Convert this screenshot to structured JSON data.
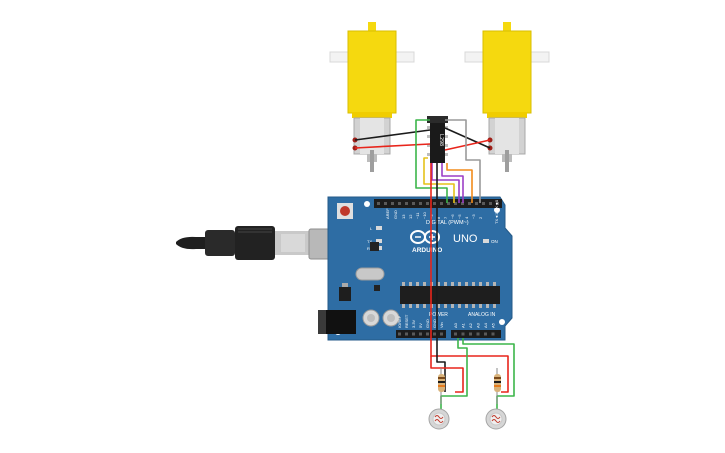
{
  "board": {
    "logo": "ARDUINO",
    "model": "UNO",
    "digital_header": "DIGITAL (PWM~)",
    "tx_rx_header": "TX◄1 RX◄0",
    "power_label": "POWER",
    "analog_label": "ANALOG IN",
    "on_label": "ON",
    "led_l": "L",
    "led_tx": "TX",
    "led_rx": "RX",
    "aref": "AREF",
    "gnd": "GND",
    "digital_pins": [
      "13",
      "12",
      "~11",
      "~10",
      "~9",
      "8",
      "7",
      "~6",
      "~5",
      "4",
      "~3",
      "2"
    ],
    "power_pins": [
      "IOREF",
      "RESET",
      "3.3V",
      "5V",
      "GND",
      "GND",
      "Vin"
    ],
    "analog_pins": [
      "A0",
      "A1",
      "A2",
      "A3",
      "A4",
      "A5"
    ]
  },
  "driver": {
    "label": "L298"
  },
  "colors": {
    "board": "#2e6da4",
    "motor": "#f5d90f",
    "wire_red": "#e8251b",
    "wire_black": "#1b1b1b",
    "wire_green": "#3cb54a",
    "wire_orange": "#f28c1c",
    "wire_purple": "#9c3fc6",
    "wire_yellow": "#e5c21a",
    "wire_gray": "#9a9a9a"
  },
  "components": [
    "usb-cable",
    "arduino-uno",
    "l298-motor-driver",
    "dc-gear-motor-left",
    "dc-gear-motor-right",
    "resistor-left",
    "resistor-right",
    "photoresistor-left",
    "photoresistor-right"
  ]
}
